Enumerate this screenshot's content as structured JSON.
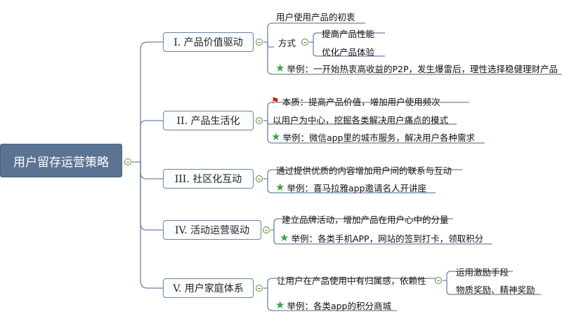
{
  "root": {
    "label": "用户留存运营策略"
  },
  "branches": [
    {
      "label": "I. 产品价值驱动",
      "items": {
        "origin": "用户使用产品的初衷",
        "method": "方式",
        "method_children": [
          "提高产品性能",
          "优化产品体验"
        ],
        "example": "举例：一开始热衷高收益的P2P，发生爆雷后，理性选择稳健理财产品"
      }
    },
    {
      "label": "II. 产品生活化",
      "items": {
        "essence": "本质：提高产品价值，增加用户使用频次",
        "model": "以用户为中心，挖掘各类解决用户痛点的模式",
        "example": "举例：微信app里的城市服务，解决用户各种需求"
      }
    },
    {
      "label": "III. 社区化互动",
      "items": {
        "desc": "通过提供优质的内容增加用户间的联系与互动",
        "example": "举例：喜马拉雅app邀请名人开讲座"
      }
    },
    {
      "label": "IV. 活动运营驱动",
      "items": {
        "desc": "建立品牌活动，增加产品在用户心中的分量",
        "example": "举例：各类手机APP，网站的签到打卡，领取积分"
      }
    },
    {
      "label": "V. 用户家庭体系",
      "items": {
        "desc": "让用户在产品使用中有归属感，依赖性",
        "desc_children": [
          "运用激励手段",
          "物质奖励、精神奖励"
        ],
        "example": "举例：各类app的积分商城"
      }
    }
  ],
  "colors": {
    "root_fill": "#5b7493",
    "line": "#6c84a3",
    "collapse": "#5a8c2c",
    "star": "#3aa04a",
    "flag": "#d2231d"
  },
  "icons": {
    "example": "star-icon",
    "essence": "flag-icon",
    "toggle": "collapse-icon"
  }
}
